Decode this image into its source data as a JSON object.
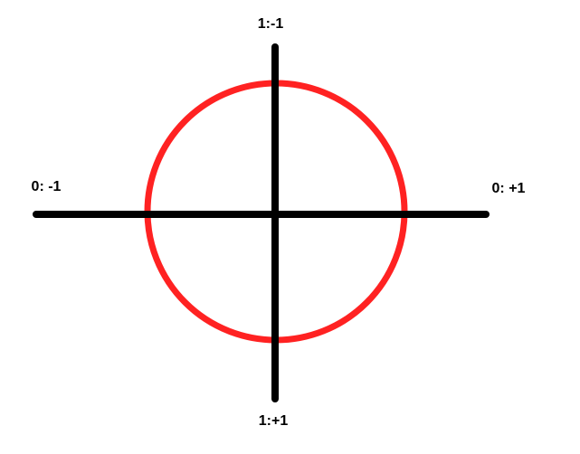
{
  "labels": {
    "top": "1:-1",
    "bottom": "1:+1",
    "left": "0: -1",
    "right": "0: +1"
  },
  "colors": {
    "circle": "#ff2222",
    "axes": "#000000",
    "background": "#ffffff"
  }
}
